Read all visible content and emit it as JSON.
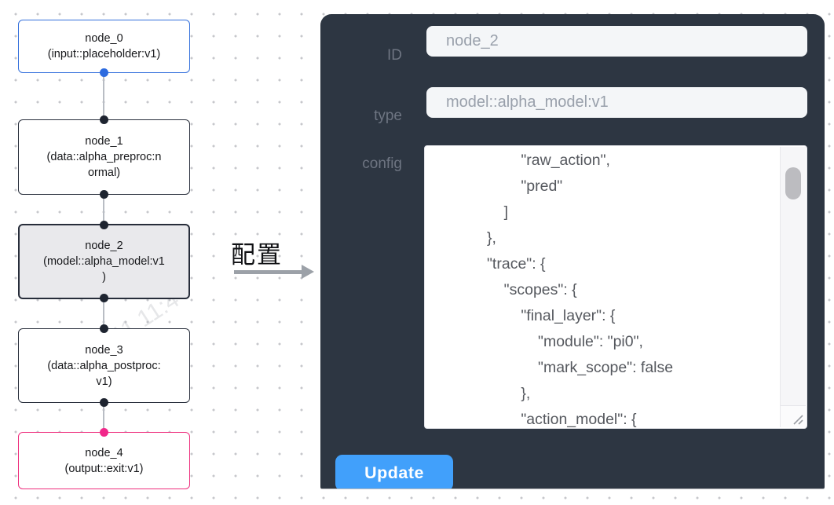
{
  "canvas": {
    "nodes": [
      {
        "name": "node_0",
        "lines": "node_0\n(input::placeholder:v1)",
        "variant": "input"
      },
      {
        "name": "node_1",
        "lines": "node_1\n(data::alpha_preproc:n\normal)",
        "variant": "default"
      },
      {
        "name": "node_2",
        "lines": "node_2\n(model::alpha_model:v1\n)",
        "variant": "selected"
      },
      {
        "name": "node_3",
        "lines": "node_3\n(data::alpha_postproc:\nv1)",
        "variant": "default"
      },
      {
        "name": "node_4",
        "lines": "node_4\n(output::exit:v1)",
        "variant": "output"
      }
    ],
    "arrow_label": "配置",
    "watermark": "2025/04/11 11:4"
  },
  "panel": {
    "id_label": "ID",
    "id_value": "node_2",
    "type_label": "type",
    "type_value": "model::alpha_model:v1",
    "config_label": "config",
    "config_lines": [
      "                    \"raw_action\",",
      "                    \"pred\"",
      "                ]",
      "            },",
      "            \"trace\": {",
      "                \"scopes\": {",
      "                    \"final_layer\": {",
      "                        \"module\": \"pi0\",",
      "                        \"mark_scope\": false",
      "                    },",
      "                    \"action_model\": {"
    ],
    "update_label": "Update"
  },
  "colors": {
    "panel_bg": "#2d3642",
    "field_bg": "#f4f6f8",
    "button_blue": "#41a0fb",
    "node_border_default": "#2a303d",
    "node_border_input": "#3470dc",
    "node_border_output": "#ee2e7d",
    "selected_node_bg": "#e9e9ec",
    "edge_gray": "#b9bdc4",
    "port_blue": "#2d6bdf",
    "port_pink": "#f1278a",
    "port_dark": "#1e2430"
  }
}
